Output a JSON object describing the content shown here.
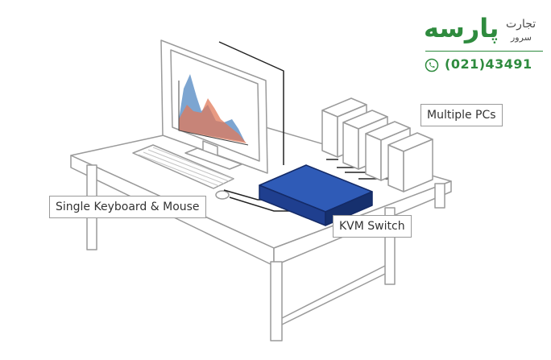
{
  "labels": {
    "keyboard_mouse": "Single Keyboard & Mouse",
    "multiple_pcs": "Multiple PCs",
    "kvm_switch": "KVM Switch"
  },
  "logo": {
    "name": "پارسه",
    "tagline_line1": "تجارت",
    "tagline_line2": "سرور",
    "phone_icon": "phone-icon",
    "phone": "(021)43491"
  },
  "colors": {
    "brand_green": "#2e8b3e",
    "kvm_blue": "#1f3f8f",
    "chart_blue": "#5b8fc6",
    "chart_orange": "#e07a5a",
    "outline_gray": "#9a9a9a"
  },
  "icons": [
    "phone-icon"
  ]
}
